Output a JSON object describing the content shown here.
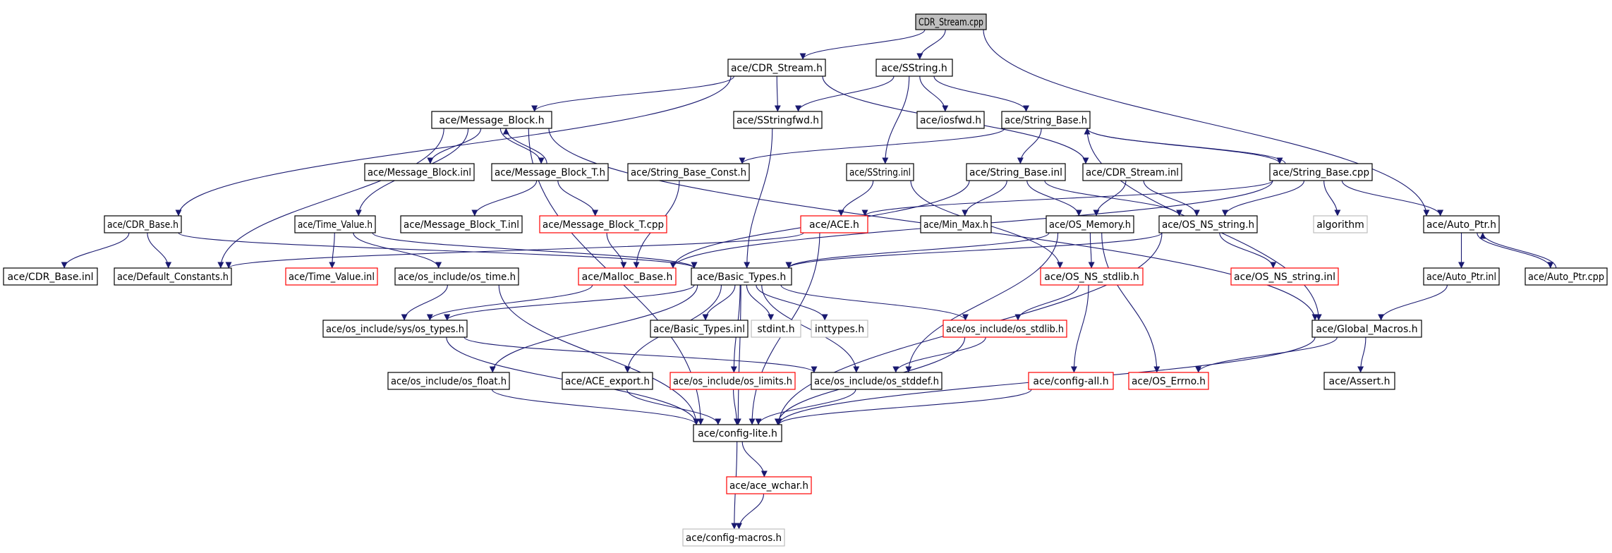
{
  "diagram": {
    "colors": {
      "edge": "#191970",
      "root_fill": "#bfbfbf",
      "normal_border": "#000000",
      "red_border": "#ff0000",
      "grey_border": "#bfbfbf",
      "text": "#000000"
    },
    "nodes": [
      {
        "id": "root",
        "label": "CDR_Stream.cpp",
        "style": "root"
      },
      {
        "id": "cdr_stream_h",
        "label": "ace/CDR_Stream.h",
        "style": "normal"
      },
      {
        "id": "sstring_h",
        "label": "ace/SString.h",
        "style": "normal"
      },
      {
        "id": "message_block_h",
        "label": "ace/Message_Block.h",
        "style": "normal"
      },
      {
        "id": "sstringfwd_h",
        "label": "ace/SStringfwd.h",
        "style": "normal"
      },
      {
        "id": "iosfwd_h",
        "label": "ace/iosfwd.h",
        "style": "normal"
      },
      {
        "id": "string_base_h",
        "label": "ace/String_Base.h",
        "style": "normal"
      },
      {
        "id": "message_block_inl",
        "label": "ace/Message_Block.inl",
        "style": "normal"
      },
      {
        "id": "message_block_t_h",
        "label": "ace/Message_Block_T.h",
        "style": "normal"
      },
      {
        "id": "string_base_const_h",
        "label": "ace/String_Base_Const.h",
        "style": "normal"
      },
      {
        "id": "sstring_inl",
        "label": "ace/SString.inl",
        "style": "normal"
      },
      {
        "id": "string_base_inl",
        "label": "ace/String_Base.inl",
        "style": "normal"
      },
      {
        "id": "cdr_stream_inl",
        "label": "ace/CDR_Stream.inl",
        "style": "normal"
      },
      {
        "id": "string_base_cpp",
        "label": "ace/String_Base.cpp",
        "style": "normal"
      },
      {
        "id": "cdr_base_h",
        "label": "ace/CDR_Base.h",
        "style": "normal"
      },
      {
        "id": "time_value_h",
        "label": "ace/Time_Value.h",
        "style": "normal"
      },
      {
        "id": "message_block_t_inl",
        "label": "ace/Message_Block_T.inl",
        "style": "normal"
      },
      {
        "id": "message_block_t_cpp",
        "label": "ace/Message_Block_T.cpp",
        "style": "red"
      },
      {
        "id": "ace_h",
        "label": "ace/ACE.h",
        "style": "red"
      },
      {
        "id": "min_max_h",
        "label": "ace/Min_Max.h",
        "style": "normal"
      },
      {
        "id": "os_memory_h",
        "label": "ace/OS_Memory.h",
        "style": "normal"
      },
      {
        "id": "os_ns_string_h",
        "label": "ace/OS_NS_string.h",
        "style": "normal"
      },
      {
        "id": "algorithm",
        "label": "algorithm",
        "style": "grey"
      },
      {
        "id": "auto_ptr_h",
        "label": "ace/Auto_Ptr.h",
        "style": "normal"
      },
      {
        "id": "cdr_base_inl",
        "label": "ace/CDR_Base.inl",
        "style": "normal"
      },
      {
        "id": "default_constants_h",
        "label": "ace/Default_Constants.h",
        "style": "normal"
      },
      {
        "id": "time_value_inl",
        "label": "ace/Time_Value.inl",
        "style": "red"
      },
      {
        "id": "os_time_h",
        "label": "ace/os_include/os_time.h",
        "style": "normal"
      },
      {
        "id": "malloc_base_h",
        "label": "ace/Malloc_Base.h",
        "style": "red"
      },
      {
        "id": "basic_types_h",
        "label": "ace/Basic_Types.h",
        "style": "normal"
      },
      {
        "id": "os_ns_stdlib_h",
        "label": "ace/OS_NS_stdlib.h",
        "style": "red"
      },
      {
        "id": "os_ns_string_inl",
        "label": "ace/OS_NS_string.inl",
        "style": "red"
      },
      {
        "id": "auto_ptr_inl",
        "label": "ace/Auto_Ptr.inl",
        "style": "normal"
      },
      {
        "id": "auto_ptr_cpp",
        "label": "ace/Auto_Ptr.cpp",
        "style": "normal"
      },
      {
        "id": "os_types_h",
        "label": "ace/os_include/sys/os_types.h",
        "style": "normal"
      },
      {
        "id": "basic_types_inl",
        "label": "ace/Basic_Types.inl",
        "style": "normal"
      },
      {
        "id": "stdint_h",
        "label": "stdint.h",
        "style": "grey"
      },
      {
        "id": "inttypes_h",
        "label": "inttypes.h",
        "style": "grey"
      },
      {
        "id": "os_stdlib_h",
        "label": "ace/os_include/os_stdlib.h",
        "style": "red"
      },
      {
        "id": "global_macros_h",
        "label": "ace/Global_Macros.h",
        "style": "normal"
      },
      {
        "id": "os_float_h",
        "label": "ace/os_include/os_float.h",
        "style": "normal"
      },
      {
        "id": "ace_export_h",
        "label": "ace/ACE_export.h",
        "style": "normal"
      },
      {
        "id": "os_limits_h",
        "label": "ace/os_include/os_limits.h",
        "style": "red"
      },
      {
        "id": "os_stddef_h",
        "label": "ace/os_include/os_stddef.h",
        "style": "normal"
      },
      {
        "id": "config_all_h",
        "label": "ace/config-all.h",
        "style": "red"
      },
      {
        "id": "os_errno_h",
        "label": "ace/OS_Errno.h",
        "style": "red"
      },
      {
        "id": "assert_h",
        "label": "ace/Assert.h",
        "style": "normal"
      },
      {
        "id": "config_lite_h",
        "label": "ace/config-lite.h",
        "style": "normal"
      },
      {
        "id": "ace_wchar_h",
        "label": "ace/ace_wchar.h",
        "style": "red"
      },
      {
        "id": "config_macros_h",
        "label": "ace/config-macros.h",
        "style": "grey"
      }
    ],
    "edges": [
      [
        "root",
        "cdr_stream_h"
      ],
      [
        "root",
        "sstring_h"
      ],
      [
        "root",
        "auto_ptr_h"
      ],
      [
        "cdr_stream_h",
        "message_block_h"
      ],
      [
        "cdr_stream_h",
        "sstringfwd_h"
      ],
      [
        "cdr_stream_h",
        "cdr_stream_inl"
      ],
      [
        "cdr_stream_h",
        "cdr_base_h"
      ],
      [
        "sstring_h",
        "sstringfwd_h"
      ],
      [
        "sstring_h",
        "iosfwd_h"
      ],
      [
        "sstring_h",
        "string_base_h"
      ],
      [
        "sstring_h",
        "sstring_inl"
      ],
      [
        "message_block_h",
        "message_block_inl"
      ],
      [
        "message_block_h",
        "message_block_t_h"
      ],
      [
        "message_block_h",
        "time_value_h"
      ],
      [
        "message_block_h",
        "default_constants_h"
      ],
      [
        "message_block_h",
        "config_lite_h"
      ],
      [
        "message_block_h",
        "global_macros_h"
      ],
      [
        "message_block_t_h",
        "message_block_h"
      ],
      [
        "message_block_t_h",
        "message_block_t_inl"
      ],
      [
        "message_block_t_h",
        "message_block_t_cpp"
      ],
      [
        "message_block_t_cpp",
        "malloc_base_h"
      ],
      [
        "sstringfwd_h",
        "basic_types_h"
      ],
      [
        "string_base_h",
        "string_base_const_h"
      ],
      [
        "string_base_h",
        "string_base_inl"
      ],
      [
        "string_base_h",
        "string_base_cpp"
      ],
      [
        "string_base_h",
        "global_macros_h"
      ],
      [
        "string_base_cpp",
        "string_base_h"
      ],
      [
        "string_base_cpp",
        "ace_h"
      ],
      [
        "string_base_cpp",
        "os_ns_string_h"
      ],
      [
        "string_base_cpp",
        "algorithm"
      ],
      [
        "string_base_cpp",
        "auto_ptr_h"
      ],
      [
        "string_base_cpp",
        "malloc_base_h"
      ],
      [
        "string_base_const_h",
        "malloc_base_h"
      ],
      [
        "sstring_inl",
        "ace_h"
      ],
      [
        "sstring_inl",
        "os_ns_stdlib_h"
      ],
      [
        "string_base_inl",
        "malloc_base_h"
      ],
      [
        "string_base_inl",
        "min_max_h"
      ],
      [
        "string_base_inl",
        "os_memory_h"
      ],
      [
        "string_base_inl",
        "os_ns_string_h"
      ],
      [
        "cdr_stream_inl",
        "os_memory_h"
      ],
      [
        "cdr_stream_inl",
        "os_ns_string_h"
      ],
      [
        "cdr_base_h",
        "cdr_base_inl"
      ],
      [
        "cdr_base_h",
        "default_constants_h"
      ],
      [
        "cdr_base_h",
        "basic_types_h"
      ],
      [
        "time_value_h",
        "time_value_inl"
      ],
      [
        "time_value_h",
        "os_time_h"
      ],
      [
        "time_value_h",
        "basic_types_h"
      ],
      [
        "ace_h",
        "default_constants_h"
      ],
      [
        "ace_h",
        "config_lite_h"
      ],
      [
        "os_memory_h",
        "basic_types_h"
      ],
      [
        "os_memory_h",
        "os_ns_stdlib_h"
      ],
      [
        "os_memory_h",
        "os_errno_h"
      ],
      [
        "os_memory_h",
        "os_stddef_h"
      ],
      [
        "os_ns_string_h",
        "basic_types_h"
      ],
      [
        "os_ns_string_h",
        "os_ns_string_inl"
      ],
      [
        "os_ns_string_h",
        "config_lite_h"
      ],
      [
        "auto_ptr_h",
        "auto_ptr_inl"
      ],
      [
        "auto_ptr_h",
        "auto_ptr_cpp"
      ],
      [
        "auto_ptr_cpp",
        "auto_ptr_h"
      ],
      [
        "auto_ptr_inl",
        "global_macros_h"
      ],
      [
        "os_time_h",
        "os_types_h"
      ],
      [
        "os_time_h",
        "config_lite_h"
      ],
      [
        "malloc_base_h",
        "os_types_h"
      ],
      [
        "basic_types_h",
        "os_types_h"
      ],
      [
        "basic_types_h",
        "basic_types_inl"
      ],
      [
        "basic_types_h",
        "stdint_h"
      ],
      [
        "basic_types_h",
        "inttypes_h"
      ],
      [
        "basic_types_h",
        "os_stdlib_h"
      ],
      [
        "basic_types_h",
        "os_float_h"
      ],
      [
        "basic_types_h",
        "ace_export_h"
      ],
      [
        "basic_types_h",
        "os_limits_h"
      ],
      [
        "basic_types_h",
        "os_stddef_h"
      ],
      [
        "basic_types_h",
        "config_lite_h"
      ],
      [
        "os_ns_stdlib_h",
        "os_stdlib_h"
      ],
      [
        "os_ns_stdlib_h",
        "config_all_h"
      ],
      [
        "os_types_h",
        "os_stddef_h"
      ],
      [
        "os_types_h",
        "config_lite_h"
      ],
      [
        "os_stdlib_h",
        "os_stddef_h"
      ],
      [
        "os_stdlib_h",
        "config_lite_h"
      ],
      [
        "global_macros_h",
        "os_errno_h"
      ],
      [
        "global_macros_h",
        "assert_h"
      ],
      [
        "global_macros_h",
        "config_lite_h"
      ],
      [
        "os_float_h",
        "config_lite_h"
      ],
      [
        "ace_export_h",
        "config_lite_h"
      ],
      [
        "os_limits_h",
        "config_lite_h"
      ],
      [
        "os_stddef_h",
        "config_lite_h"
      ],
      [
        "config_all_h",
        "config_lite_h"
      ],
      [
        "config_lite_h",
        "ace_wchar_h"
      ],
      [
        "config_lite_h",
        "config_macros_h"
      ],
      [
        "ace_wchar_h",
        "config_macros_h"
      ]
    ]
  }
}
